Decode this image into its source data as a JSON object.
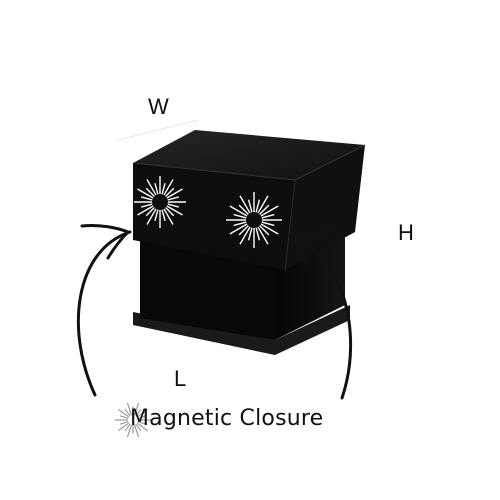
{
  "labels": {
    "width": "W",
    "height": "H",
    "length": "L",
    "caption": "Magnetic Closure"
  },
  "colors": {
    "box_body": "#0b0b0b",
    "box_lid_top": "#1c1c1c",
    "box_edge": "#2a2a2a",
    "sunburst": "#ffffff",
    "arrow": "#111111",
    "text": "#111111"
  },
  "icons": {
    "magnet_markers": [
      "sunburst-icon",
      "sunburst-icon"
    ],
    "caption_marker": "sunburst-icon"
  }
}
